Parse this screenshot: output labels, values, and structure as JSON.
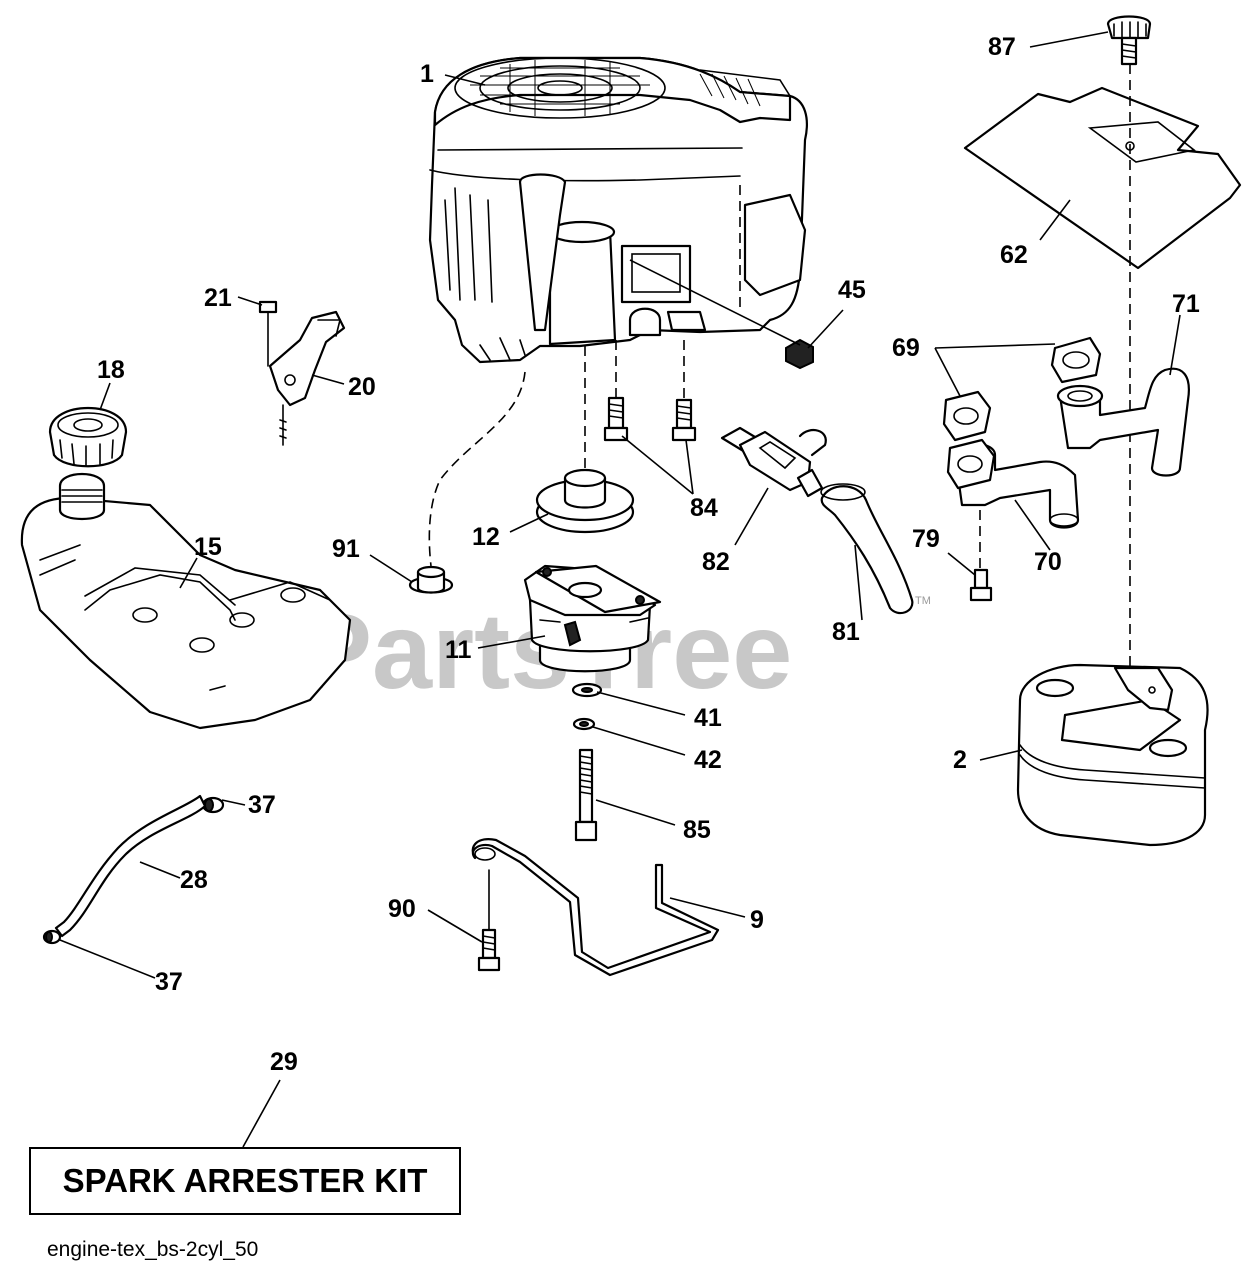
{
  "diagram": {
    "watermark": "PartsTree",
    "watermark_mark": "TM",
    "kit_label": "SPARK ARRESTER KIT",
    "caption": "engine-tex_bs-2cyl_50",
    "callouts": {
      "c1": "1",
      "c87": "87",
      "c62": "62",
      "c71": "71",
      "c45": "45",
      "c69": "69",
      "c21": "21",
      "c20": "20",
      "c18": "18",
      "c84": "84",
      "c12": "12",
      "c15": "15",
      "c91": "91",
      "c82": "82",
      "c79": "79",
      "c70": "70",
      "c81": "81",
      "c11": "11",
      "c41": "41",
      "c42": "42",
      "c2": "2",
      "c37a": "37",
      "c28": "28",
      "c85": "85",
      "c90": "90",
      "c9": "9",
      "c37b": "37",
      "c29": "29"
    }
  }
}
